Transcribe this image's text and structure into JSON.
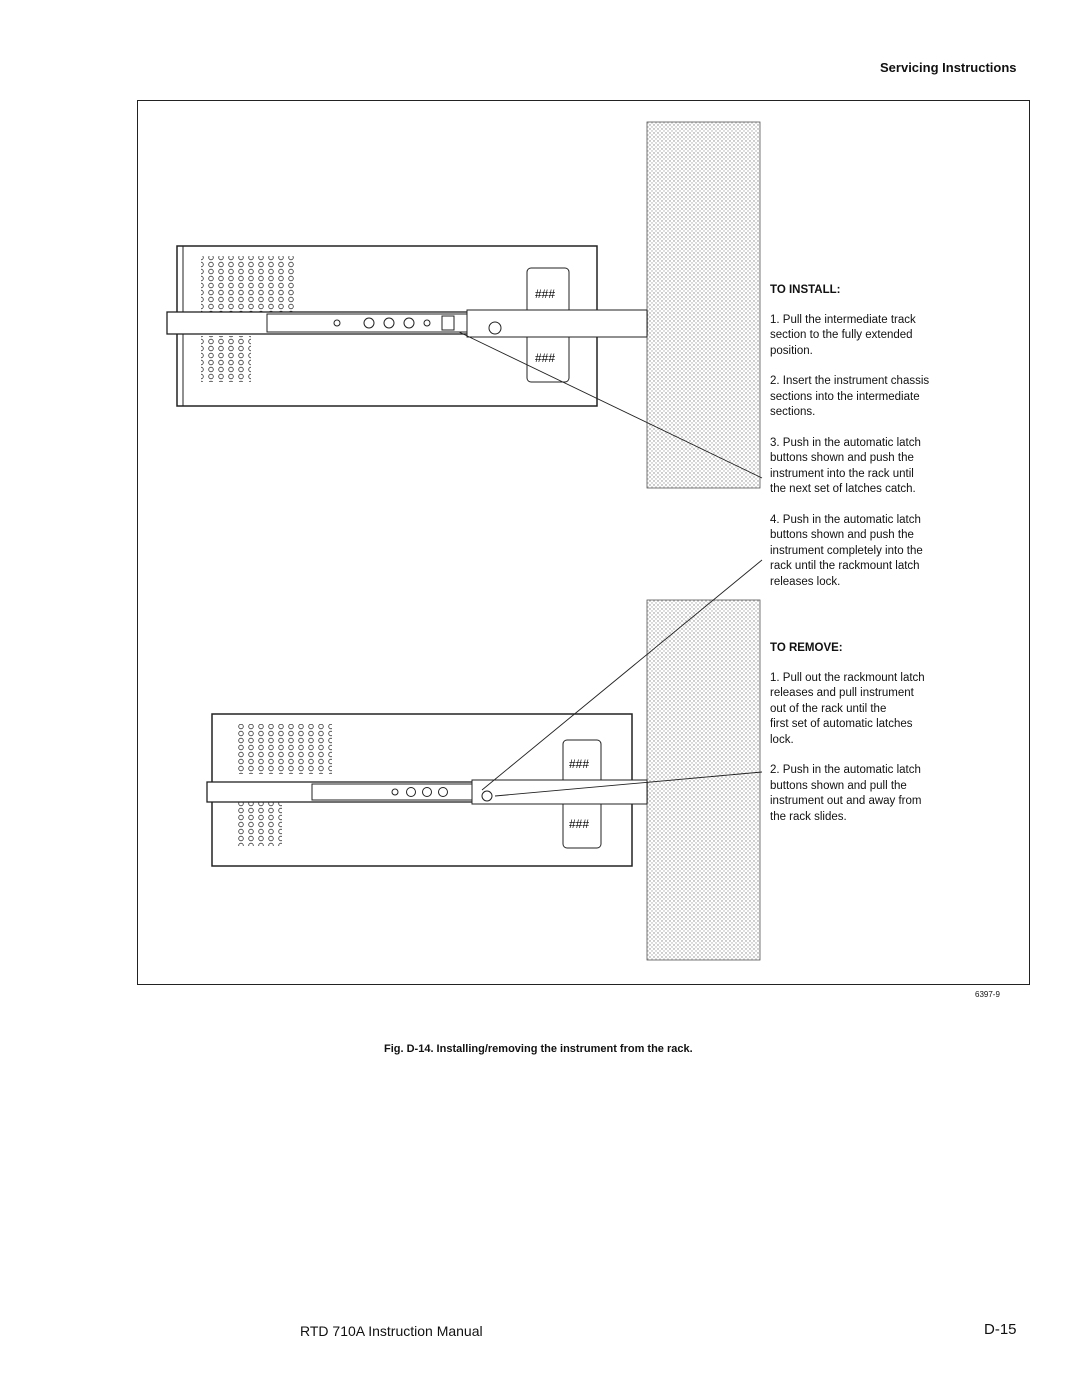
{
  "header": {
    "section": "Servicing Instructions"
  },
  "figure": {
    "number_label": "6397-9",
    "caption": "Fig. D-14.  Installing/removing the instrument from the rack.",
    "install": {
      "title": "TO INSTALL:",
      "steps": [
        "1. Pull the intermediate track\nsection to the fully extended\nposition.",
        "2. Insert the instrument chassis\nsections into the intermediate\nsections.",
        "3. Push in the automatic latch\nbuttons shown and push the\ninstrument into the rack until\nthe next set of latches catch.",
        "4. Push in the automatic latch\nbuttons shown and push the\ninstrument completely into the\nrack until the rackmount latch\nreleases lock."
      ]
    },
    "remove": {
      "title": "TO REMOVE:",
      "steps": [
        "1. Pull out the rackmount latch\nreleases and pull instrument\nout of the rack until the\nfirst set of automatic latches\nlock.",
        "2. Push in the automatic latch\nbuttons shown and pull the\ninstrument out and away from\nthe rack slides."
      ]
    }
  },
  "footer": {
    "manual": "RTD 710A Instruction Manual",
    "page": "D-15"
  }
}
